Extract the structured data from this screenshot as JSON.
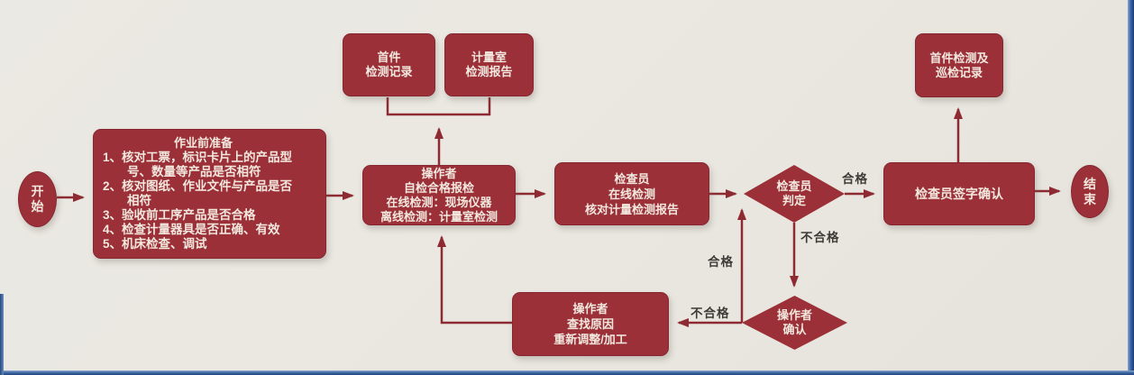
{
  "palette": {
    "background": "#e9e7e0",
    "shape_fill": "#9b3039",
    "shape_border": "#872631",
    "shape_text": "#f2e8de",
    "connector": "#8e2a32",
    "edge_label_text": "#3e3b38",
    "frame_blue": "#3a66ad"
  },
  "nodes": {
    "start": {
      "label": "开始"
    },
    "prep": {
      "title": "作业前准备",
      "items": [
        "1、核对工票，标识卡片上的产品型号、数量等产品是否相符",
        "2、核对图纸、作业文件与产品是否相符",
        "3、验收前工序产品是否合格",
        "4、检查计量器具是否正确、有效",
        "5、机床检查、调试"
      ]
    },
    "first_record": {
      "lines": [
        "首件",
        "检测记录"
      ]
    },
    "metrology_report": {
      "lines": [
        "计量室",
        "检测报告"
      ]
    },
    "operator_self_check": {
      "lines": [
        "操作者",
        "自检合格报检",
        "在线检测：现场仪器",
        "离线检测：计量室检测"
      ]
    },
    "inspector_check": {
      "lines": [
        "检查员",
        "在线检测",
        "核对计量检测报告"
      ]
    },
    "inspector_judge": {
      "lines": [
        "检查员",
        "判定"
      ]
    },
    "inspector_sign": {
      "label": "检查员签字确认"
    },
    "first_patrol_record": {
      "lines": [
        "首件检测及",
        "巡检记录"
      ]
    },
    "end": {
      "label": "结束"
    },
    "operator_confirm": {
      "lines": [
        "操作者",
        "确认"
      ]
    },
    "operator_rework": {
      "lines": [
        "操作者",
        "查找原因",
        "重新调整/加工"
      ]
    }
  },
  "edge_labels": {
    "judge_pass": "合格",
    "judge_fail": "不合格",
    "confirm_pass": "合格",
    "confirm_fail": "不合格"
  },
  "edges": [
    {
      "from": "start",
      "to": "prep",
      "label": ""
    },
    {
      "from": "prep",
      "to": "operator_self_check",
      "label": ""
    },
    {
      "from": "operator_self_check",
      "to": "first_record",
      "label": ""
    },
    {
      "from": "operator_self_check",
      "to": "metrology_report",
      "label": ""
    },
    {
      "from": "operator_self_check",
      "to": "inspector_check",
      "label": ""
    },
    {
      "from": "inspector_check",
      "to": "inspector_judge",
      "label": ""
    },
    {
      "from": "inspector_judge",
      "to": "inspector_sign",
      "label": "合格"
    },
    {
      "from": "inspector_judge",
      "to": "operator_confirm",
      "label": "不合格"
    },
    {
      "from": "operator_confirm",
      "to": "operator_rework",
      "label": "不合格"
    },
    {
      "from": "operator_confirm",
      "to": "inspector_judge",
      "label": "合格"
    },
    {
      "from": "operator_rework",
      "to": "operator_self_check",
      "label": ""
    },
    {
      "from": "inspector_sign",
      "to": "first_patrol_record",
      "label": ""
    },
    {
      "from": "inspector_sign",
      "to": "end",
      "label": ""
    }
  ]
}
